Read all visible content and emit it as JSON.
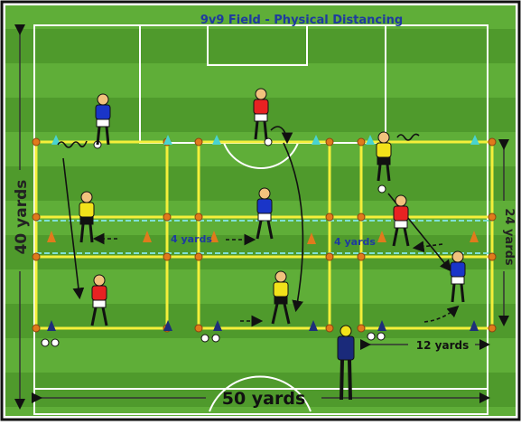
{
  "title": "9v9 Field - Physical Distancing",
  "labels": {
    "height_total": "40 yards",
    "width_total": "50 yards",
    "grid_height": "24 yards",
    "grid_width": "12 yards",
    "gap_left": "4 yards",
    "gap_right": "4 yards"
  },
  "colors": {
    "turf_light": "#5fae38",
    "turf_dark": "#4f9a2c",
    "line_white": "#ffffff",
    "grid_yellow": "#f4ef3a",
    "gap_cyan": "#7fe0d6",
    "cone_orange": "#e07a1c",
    "cone_cyan": "#49d3d0",
    "cone_navy": "#1d2e7a",
    "team_red": "#e82222",
    "team_blue": "#1a35c8",
    "team_yellow": "#f2e21a",
    "title_blue": "#1e3aa0",
    "arrow": "#111111"
  },
  "players": [
    {
      "team": "blue"
    },
    {
      "team": "red"
    },
    {
      "team": "yellow"
    },
    {
      "team": "yellow"
    },
    {
      "team": "blue"
    },
    {
      "team": "red"
    },
    {
      "team": "red"
    },
    {
      "team": "yellow"
    },
    {
      "team": "blue"
    },
    {
      "team": "coach"
    }
  ]
}
